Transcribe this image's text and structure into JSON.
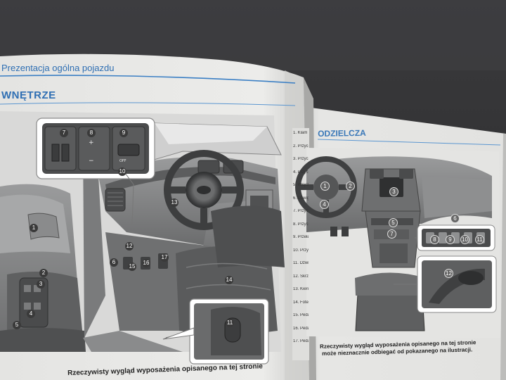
{
  "page_left": {
    "chapter_header": "Prezentacja ogólna pojazdu",
    "section_title": "WNĘTRZE",
    "caption": "Rzeczywisty wygląd wyposażenia opisanego na tej stronie"
  },
  "page_right": {
    "section_title": "ODZIELCZA",
    "caption_line1": "Rzeczywisty wygląd wyposażenia opisanego na tej stronie",
    "caption_line2": "może nieznacznie odbiegać od pokazanego na ilustracji."
  },
  "callouts": {
    "interior": [
      "1",
      "2",
      "3",
      "4",
      "5",
      "6",
      "7",
      "8",
      "9",
      "10",
      "11",
      "12",
      "13",
      "14",
      "15",
      "16",
      "17"
    ],
    "dashboard": [
      "1",
      "2",
      "3",
      "4",
      "5",
      "6",
      "7",
      "8",
      "9",
      "10",
      "11",
      "12"
    ]
  },
  "list_left_numbers": [
    "1.",
    "2.",
    "3.",
    "4.",
    "5.",
    "6.",
    "7.",
    "8.",
    "9.",
    "10.",
    "11.",
    "12.",
    "13.",
    "14.",
    "15.",
    "16.",
    "17."
  ],
  "list_left_partial": [
    "Klam",
    "Przycisk",
    "Przycisk",
    "Przycisk",
    "Włącznik",
    "Dźwig",
    "Przycisk",
    "Przycisk",
    "Przełącznik",
    "Przycisk",
    "Dźwig",
    "Skrzynka",
    "Kierownica",
    "Fotel",
    "Pedał",
    "Pedał",
    "Pedał"
  ],
  "control_panel_symbols": {
    "plus": "+",
    "minus": "−",
    "off": "OFF"
  },
  "colors": {
    "accent_blue": "#2f6fb3",
    "page_paper": "#e9e9e7",
    "illustration_gray": "#7e7f80"
  }
}
